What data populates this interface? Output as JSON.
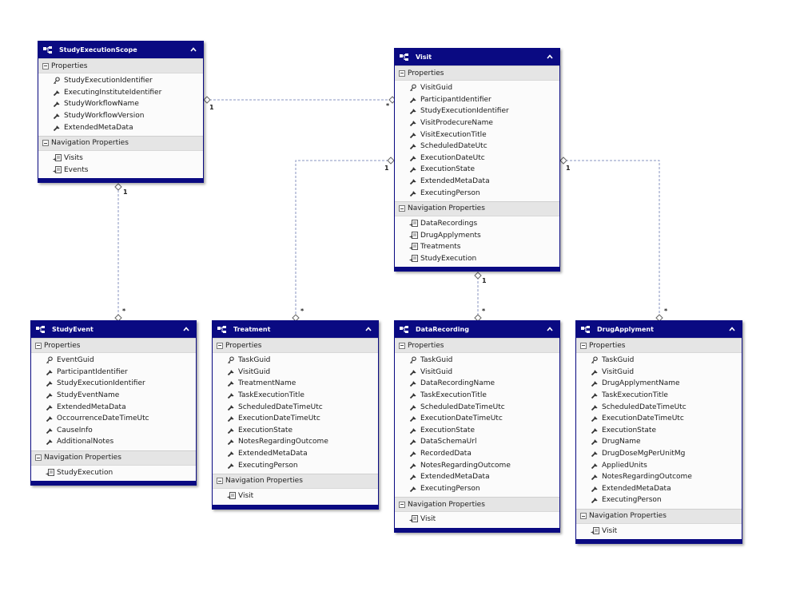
{
  "labels": {
    "properties": "Properties",
    "navigation": "Navigation Properties"
  },
  "colors": {
    "header": "#0a0a82",
    "connector": "#8a94c0"
  },
  "entities": {
    "studyexecutionscope": {
      "name": "StudyExecutionScope",
      "properties": [
        {
          "name": "StudyExecutionIdentifier",
          "key": true
        },
        {
          "name": "ExecutingInstituteIdentifier",
          "key": false
        },
        {
          "name": "StudyWorkflowName",
          "key": false
        },
        {
          "name": "StudyWorkflowVersion",
          "key": false
        },
        {
          "name": "ExtendedMetaData",
          "key": false
        }
      ],
      "navigation": [
        "Visits",
        "Events"
      ]
    },
    "visit": {
      "name": "Visit",
      "properties": [
        {
          "name": "VisitGuid",
          "key": true
        },
        {
          "name": "ParticipantIdentifier",
          "key": false
        },
        {
          "name": "StudyExecutionIdentifier",
          "key": false
        },
        {
          "name": "VisitProdecureName",
          "key": false
        },
        {
          "name": "VisitExecutionTitle",
          "key": false
        },
        {
          "name": "ScheduledDateUtc",
          "key": false
        },
        {
          "name": "ExecutionDateUtc",
          "key": false
        },
        {
          "name": "ExecutionState",
          "key": false
        },
        {
          "name": "ExtendedMetaData",
          "key": false
        },
        {
          "name": "ExecutingPerson",
          "key": false
        }
      ],
      "navigation": [
        "DataRecordings",
        "DrugApplyments",
        "Treatments",
        "StudyExecution"
      ]
    },
    "studyevent": {
      "name": "StudyEvent",
      "properties": [
        {
          "name": "EventGuid",
          "key": true
        },
        {
          "name": "ParticipantIdentifier",
          "key": false
        },
        {
          "name": "StudyExecutionIdentifier",
          "key": false
        },
        {
          "name": "StudyEventName",
          "key": false
        },
        {
          "name": "ExtendedMetaData",
          "key": false
        },
        {
          "name": "OccourrenceDateTimeUtc",
          "key": false
        },
        {
          "name": "CauseInfo",
          "key": false
        },
        {
          "name": "AdditionalNotes",
          "key": false
        }
      ],
      "navigation": [
        "StudyExecution"
      ]
    },
    "treatment": {
      "name": "Treatment",
      "properties": [
        {
          "name": "TaskGuid",
          "key": true
        },
        {
          "name": "VisitGuid",
          "key": false
        },
        {
          "name": "TreatmentName",
          "key": false
        },
        {
          "name": "TaskExecutionTitle",
          "key": false
        },
        {
          "name": "ScheduledDateTimeUtc",
          "key": false
        },
        {
          "name": "ExecutionDateTimeUtc",
          "key": false
        },
        {
          "name": "ExecutionState",
          "key": false
        },
        {
          "name": "NotesRegardingOutcome",
          "key": false
        },
        {
          "name": "ExtendedMetaData",
          "key": false
        },
        {
          "name": "ExecutingPerson",
          "key": false
        }
      ],
      "navigation": [
        "Visit"
      ]
    },
    "datarecording": {
      "name": "DataRecording",
      "properties": [
        {
          "name": "TaskGuid",
          "key": true
        },
        {
          "name": "VisitGuid",
          "key": false
        },
        {
          "name": "DataRecordingName",
          "key": false
        },
        {
          "name": "TaskExecutionTitle",
          "key": false
        },
        {
          "name": "ScheduledDateTimeUtc",
          "key": false
        },
        {
          "name": "ExecutionDateTimeUtc",
          "key": false
        },
        {
          "name": "ExecutionState",
          "key": false
        },
        {
          "name": "DataSchemaUrl",
          "key": false
        },
        {
          "name": "RecordedData",
          "key": false
        },
        {
          "name": "NotesRegardingOutcome",
          "key": false
        },
        {
          "name": "ExtendedMetaData",
          "key": false
        },
        {
          "name": "ExecutingPerson",
          "key": false
        }
      ],
      "navigation": [
        "Visit"
      ]
    },
    "drugapplyment": {
      "name": "DrugApplyment",
      "properties": [
        {
          "name": "TaskGuid",
          "key": true
        },
        {
          "name": "VisitGuid",
          "key": false
        },
        {
          "name": "DrugApplymentName",
          "key": false
        },
        {
          "name": "TaskExecutionTitle",
          "key": false
        },
        {
          "name": "ScheduledDateTimeUtc",
          "key": false
        },
        {
          "name": "ExecutionDateTimeUtc",
          "key": false
        },
        {
          "name": "ExecutionState",
          "key": false
        },
        {
          "name": "DrugName",
          "key": false
        },
        {
          "name": "DrugDoseMgPerUnitMg",
          "key": false
        },
        {
          "name": "AppliedUnits",
          "key": false
        },
        {
          "name": "NotesRegardingOutcome",
          "key": false
        },
        {
          "name": "ExtendedMetaData",
          "key": false
        },
        {
          "name": "ExecutingPerson",
          "key": false
        }
      ],
      "navigation": [
        "Visit"
      ]
    }
  },
  "multiplicities": {
    "scope_visit_from": "1",
    "scope_visit_to": "*",
    "scope_event_from": "1",
    "scope_event_to": "*",
    "visit_treatment_from": "1",
    "visit_treatment_to": "*",
    "visit_datarecording_from": "1",
    "visit_datarecording_to": "*",
    "visit_drug_from": "1",
    "visit_drug_to": "*"
  }
}
